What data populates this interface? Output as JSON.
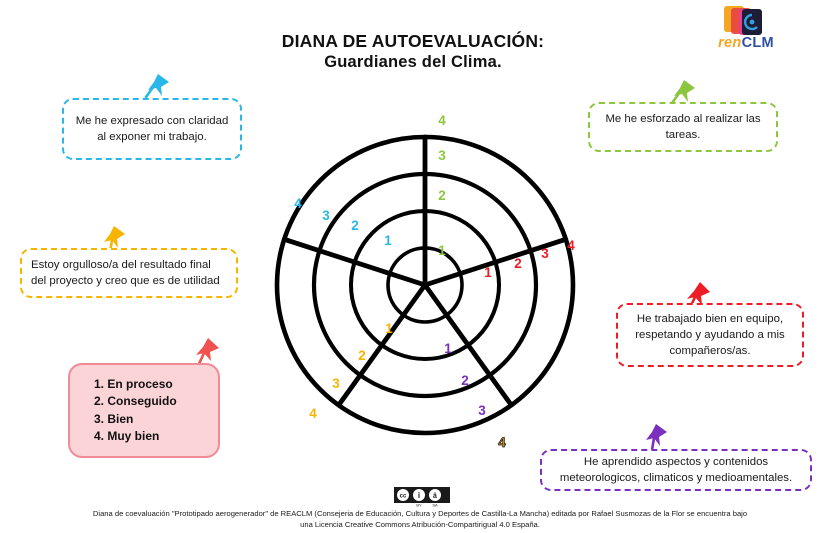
{
  "title": {
    "line1": "DIANA DE AUTOEVALUACIÓN:",
    "line2": "Guardianes del Clima."
  },
  "logo": {
    "name": "renCLM",
    "word_a": "ren",
    "word_b": "CLM",
    "colors": [
      "#f5a623",
      "#e8453c",
      "#1a1a2e",
      "#e040a0",
      "#2f4fa0"
    ]
  },
  "callouts": [
    {
      "id": "expresado",
      "text": "Me he expresado con claridad al exponer mi trabajo.",
      "color": "#29b6e8",
      "pin_color": "#29b6e8",
      "position": "top-left"
    },
    {
      "id": "esforzado",
      "text": "Me he esforzado al realizar las tareas.",
      "color": "#8cc63f",
      "pin_color": "#8cc63f",
      "position": "top-right"
    },
    {
      "id": "orgulloso",
      "text": "Estoy orgulloso/a del resultado final del proyecto y creo que es de utilidad",
      "color": "#f7b500",
      "pin_color": "#f7b500",
      "position": "left"
    },
    {
      "id": "equipo",
      "text": "He trabajado bien en equipo, respetando y ayudando a mis compañeros/as.",
      "color": "#ee1c25",
      "pin_color": "#ee1c25",
      "position": "right"
    },
    {
      "id": "aprendido",
      "text": "He aprendido aspectos y contenidos meteorologicos, climaticos y medioamentales.",
      "color": "#7b2fbe",
      "pin_color": "#7b2fbe",
      "position": "bottom-right"
    }
  ],
  "legend": {
    "pin_color": "#ee4444",
    "fill": "#fbd4d8",
    "border": "#f08a95",
    "items": [
      "1. En proceso",
      "2. Conseguido",
      "3. Bien",
      "4. Muy bien"
    ]
  },
  "chart_data": {
    "type": "radar",
    "title": "DIANA DE AUTOEVALUACIÓN: Guardianes del Clima.",
    "rings": [
      1,
      2,
      3,
      4
    ],
    "ring_labels": [
      "1",
      "2",
      "3",
      "4"
    ],
    "scale_meanings": [
      "En proceso",
      "Conseguido",
      "Bien",
      "Muy bien"
    ],
    "axes": [
      {
        "name": "esforzado",
        "label": "Me he esforzado al realizar las tareas.",
        "angle_deg": 90,
        "color": "#8cc63f",
        "ticks": [
          "1",
          "2",
          "3",
          "4"
        ]
      },
      {
        "name": "equipo",
        "label": "He trabajado bien en equipo, respetando y ayudando a mis compañeros/as.",
        "angle_deg": 18,
        "color": "#ee1c25",
        "ticks": [
          "1",
          "2",
          "3",
          "4"
        ]
      },
      {
        "name": "aprendido",
        "label": "He aprendido aspectos y contenidos meteorologicos, climaticos y medioamentales.",
        "angle_deg": 306,
        "color": "#7b2fbe",
        "ticks": [
          "1",
          "2",
          "3",
          "4"
        ]
      },
      {
        "name": "orgulloso",
        "label": "Estoy orgulloso/a del resultado final del proyecto y creo que es de utilidad",
        "angle_deg": 234,
        "color": "#f7b500",
        "ticks": [
          "1",
          "2",
          "3",
          "4"
        ]
      },
      {
        "name": "expresado",
        "label": "Me he expresado con claridad al exponer mi trabajo.",
        "angle_deg": 162,
        "color": "#29b6e8",
        "ticks": [
          "1",
          "2",
          "3",
          "4"
        ]
      }
    ],
    "values": [],
    "grid": true,
    "legend_position": "left"
  },
  "footer": {
    "license_icon": "creative-commons-by-sa",
    "cc_labels": [
      "BY",
      "SA"
    ],
    "line1": "Diana de coevaluación \"Prototipado aerogenerador\" de REACLM (Consejeria de Educación, Cultura y Deportes de Castilla-La Mancha) editada por Rafael Susmozas de la Flor se encuentra bajo",
    "line2": "una Licencia Creative Commons Atribución-Compartirigual 4.0 España."
  }
}
